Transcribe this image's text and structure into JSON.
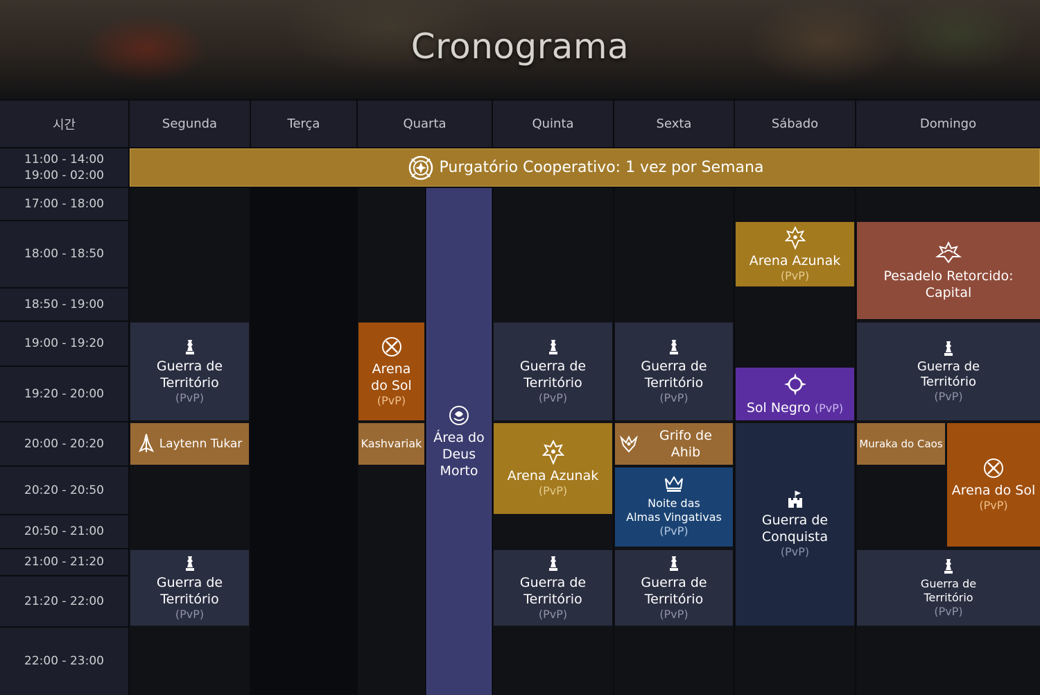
{
  "banner": {
    "title": "Cronograma"
  },
  "header": {
    "time": "시간",
    "days": [
      "Segunda",
      "Terça",
      "Quarta",
      "Quinta",
      "Sexta",
      "Sábado",
      "Domingo"
    ]
  },
  "times": [
    [
      "11:00 - 14:00",
      "19:00 - 02:00"
    ],
    [
      "17:00 - 18:00"
    ],
    [
      "18:00 - 18:50"
    ],
    [
      "18:50 - 19:00"
    ],
    [
      "19:00 - 19:20"
    ],
    [
      "19:20 - 20:00"
    ],
    [
      "20:00 - 20:20"
    ],
    [
      "20:20 - 20:50"
    ],
    [
      "20:50 - 21:00"
    ],
    [
      "21:00 - 21:20"
    ],
    [
      "21:20 - 22:00"
    ],
    [
      "22:00 - 23:00"
    ]
  ],
  "banner_event": {
    "label": "Purgatório Cooperativo: 1 vez por Semana"
  },
  "events": {
    "mon_gt1": {
      "l1": "Guerra de",
      "l2": "Território",
      "tag": "(PvP)"
    },
    "mon_laytenn": {
      "label": "Laytenn Tukar"
    },
    "mon_gt2": {
      "l1": "Guerra de",
      "l2": "Território",
      "tag": "(PvP)"
    },
    "wed_arena_sol": {
      "l1": "Arena",
      "l2": "do Sol",
      "tag": "(PvP)"
    },
    "wed_kash": {
      "label": "Kashvariak"
    },
    "wed_deus": {
      "l1": "Área do",
      "l2": "Deus",
      "l3": "Morto"
    },
    "thu_gt1": {
      "l1": "Guerra de",
      "l2": "Território",
      "tag": "(PvP)"
    },
    "thu_azunak": {
      "label": "Arena Azunak",
      "tag": "(PvP)"
    },
    "thu_gt2": {
      "l1": "Guerra de",
      "l2": "Território",
      "tag": "(PvP)"
    },
    "fri_gt1": {
      "l1": "Guerra de",
      "l2": "Território",
      "tag": "(PvP)"
    },
    "fri_grifo": {
      "label": "Grifo de Ahib"
    },
    "fri_noite": {
      "l1": "Noite das",
      "l2": "Almas Vingativas",
      "tag": "(PvP)"
    },
    "fri_gt2": {
      "l1": "Guerra de",
      "l2": "Território",
      "tag": "(PvP)"
    },
    "sat_azunak": {
      "label": "Arena Azunak",
      "tag": "(PvP)"
    },
    "sat_solnegro": {
      "label": "Sol Negro",
      "tag": "(PvP)"
    },
    "sat_conquista": {
      "l1": "Guerra de",
      "l2": "Conquista",
      "tag": "(PvP)"
    },
    "sun_pesadelo": {
      "l1": "Pesadelo Retorcido:",
      "l2": "Capital"
    },
    "sun_gt1": {
      "l1": "Guerra de",
      "l2": "Território",
      "tag": "(PvP)"
    },
    "sun_muraka": {
      "label": "Muraka do Caos"
    },
    "sun_arena_sol": {
      "label": "Arena do Sol",
      "tag": "(PvP)"
    },
    "sun_gt2": {
      "l1": "Guerra de",
      "l2": "Território",
      "tag": "(PvP)"
    }
  }
}
